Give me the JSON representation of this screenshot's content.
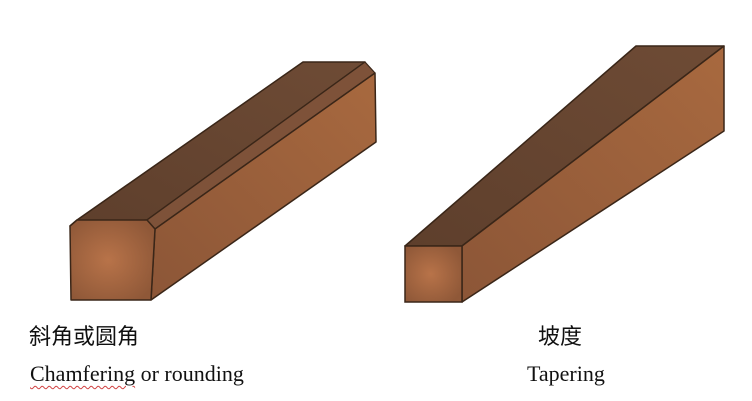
{
  "colors": {
    "top_face": "#6b4934",
    "side_face": "#985f40",
    "front_center": "#b87349",
    "front_edge": "#8f5838",
    "outline": "#3a2618",
    "chamfer_strip": "#7e5239"
  },
  "left_figure": {
    "caption_cn": "斜角或圆角",
    "caption_en_marked": "Chamfering",
    "caption_en_rest": " or rounding"
  },
  "right_figure": {
    "caption_cn": "坡度",
    "caption_en": "Tapering"
  }
}
